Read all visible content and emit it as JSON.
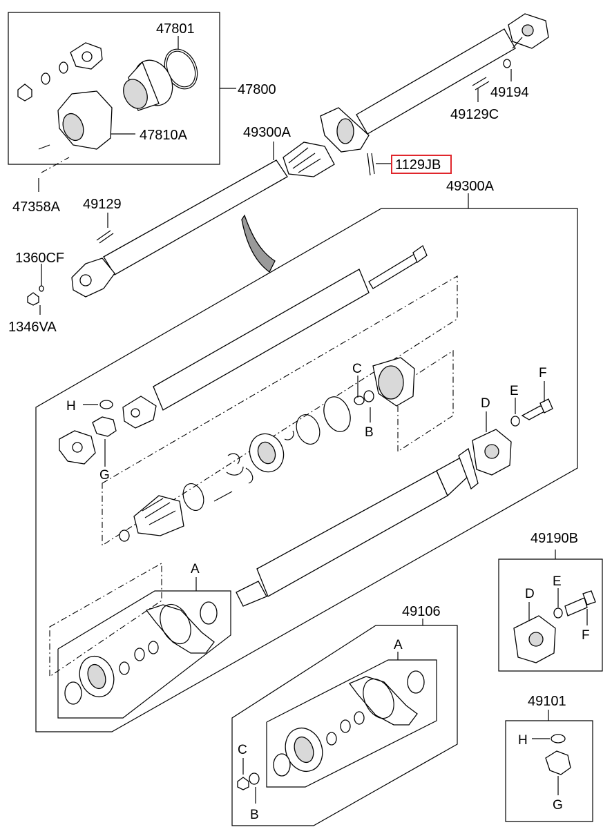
{
  "labels": {
    "p47801": "47801",
    "p47800": "47800",
    "p47810A": "47810A",
    "p47358A": "47358A",
    "p49300A_top": "49300A",
    "p1129JB": "1129JB",
    "p49194": "49194",
    "p49129C": "49129C",
    "p49129": "49129",
    "p1360CF": "1360CF",
    "p1346VA": "1346VA",
    "p49300A_box": "49300A",
    "c_C": "C",
    "c_B": "B",
    "c_H": "H",
    "c_G": "G",
    "c_D": "D",
    "c_E": "E",
    "c_F": "F",
    "c_A": "A",
    "p49106": "49106",
    "c49106_A": "A",
    "c49106_C": "C",
    "c49106_B": "B",
    "p49190B": "49190B",
    "c49190_D": "D",
    "c49190_E": "E",
    "c49190_F": "F",
    "p49101": "49101",
    "c49101_H": "H",
    "c49101_G": "G"
  },
  "highlight": {
    "part": "1129JB",
    "color": "#e0262c"
  }
}
